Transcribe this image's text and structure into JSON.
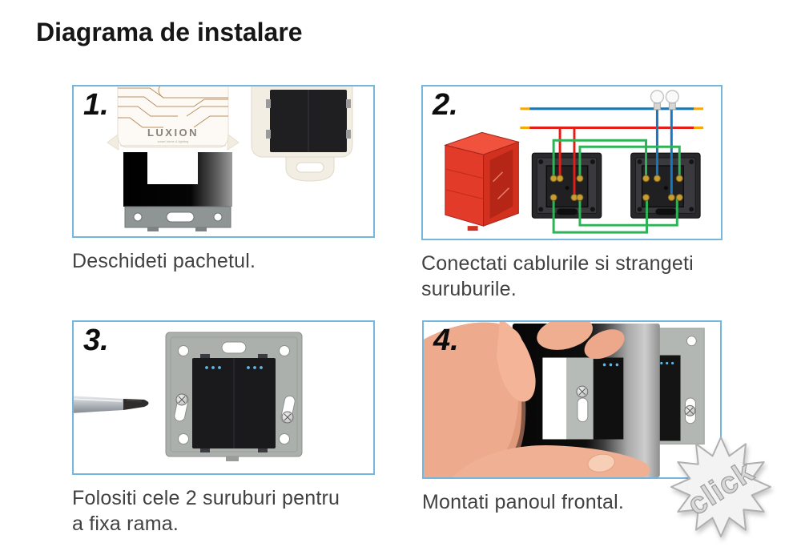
{
  "page": {
    "title": "Diagrama de instalare"
  },
  "steps": [
    {
      "number": "1.",
      "caption": [
        "Deschideti pachetul."
      ]
    },
    {
      "number": "2.",
      "caption": [
        "Conectati cablurile si strangeti",
        "suruburile."
      ]
    },
    {
      "number": "3.",
      "caption": [
        "Folositi cele 2 suruburi pentru",
        "a fixa rama."
      ]
    },
    {
      "number": "4.",
      "caption": [
        "Montati panoul frontal."
      ]
    }
  ],
  "graphics": {
    "brand": "LUXION",
    "brand_tagline": "smart home & lighting",
    "click_label": "click",
    "panel_border_color": "#74b6dd",
    "junction_box_color": "#e23b2a",
    "wire_live_color": "#e31e18",
    "wire_neutral_color": "#1878be",
    "wire_traveler_color": "#2eb357",
    "wire_tip_color": "#f5a80c",
    "led_dot_color": "#5fb7e6"
  }
}
